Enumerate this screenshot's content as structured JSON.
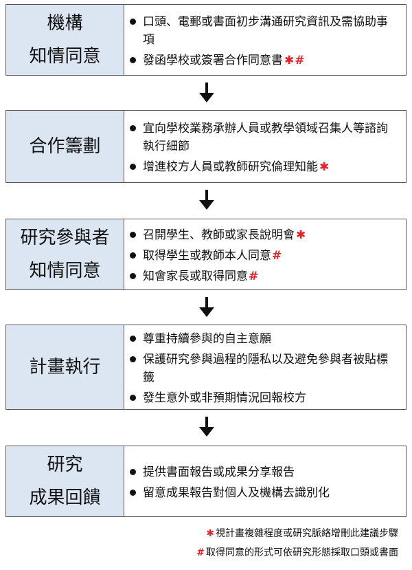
{
  "steps": [
    {
      "label": [
        "機構",
        "知情同意"
      ],
      "items": [
        {
          "text": "口頭、電郵或書面初步溝通研究資訊及需協助事項",
          "star": false,
          "hash": false
        },
        {
          "text": "發函學校或簽署合作同意書",
          "star": true,
          "hash": true
        }
      ]
    },
    {
      "label": [
        "合作籌劃"
      ],
      "items": [
        {
          "text": "宜向學校業務承辦人員或教學領域召集人等諮詢執行細節",
          "star": false,
          "hash": false
        },
        {
          "text": "增進校方人員或教師研究倫理知能",
          "star": true,
          "hash": false
        }
      ]
    },
    {
      "label": [
        "研究參與者",
        "知情同意"
      ],
      "items": [
        {
          "text": "召開學生、教師或家長說明會",
          "star": true,
          "hash": false
        },
        {
          "text": "取得學生或教師本人同意",
          "star": false,
          "hash": true
        },
        {
          "text": "知會家長或取得同意",
          "star": false,
          "hash": true
        }
      ]
    },
    {
      "label": [
        "計畫執行"
      ],
      "items": [
        {
          "text": "尊重持續參與的自主意願",
          "star": false,
          "hash": false
        },
        {
          "text": "保護研究參與過程的隱私以及避免參與者被貼標籤",
          "star": false,
          "hash": false
        },
        {
          "text": "發生意外或非預期情況回報校方",
          "star": false,
          "hash": false
        }
      ]
    },
    {
      "label": [
        "研究",
        "成果回饋"
      ],
      "items": [
        {
          "text": "提供書面報告或成果分享報告",
          "star": false,
          "hash": false
        },
        {
          "text": "留意成果報告對個人及機構去識別化",
          "star": false,
          "hash": false
        }
      ]
    }
  ],
  "marks": {
    "star": "✱",
    "hash": "#"
  },
  "footnotes": {
    "star_note": "視計畫複雜程度或研究脈絡增刪此建議步驟",
    "hash_note": "取得同意的形式可依研究形態採取口頭或書面"
  },
  "colors": {
    "label_bg": "#dce6f2",
    "mark": "#e8202a",
    "border": "#555555"
  }
}
